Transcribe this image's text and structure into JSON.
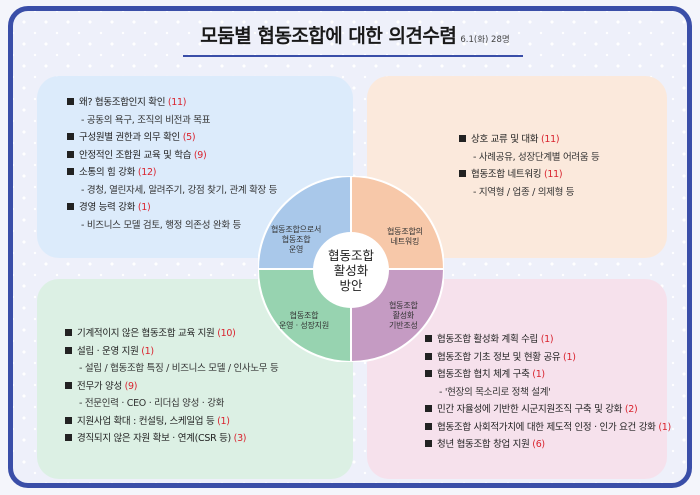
{
  "title": "모둠별 협동조합에 대한  의견수렴",
  "subtitle": "6.1(화) 28명",
  "center": {
    "line1": "협동조합",
    "line2": "활성화",
    "line3": "방안"
  },
  "quadrants": {
    "tl": [
      "협동조합으로서",
      "협동조합",
      "운영"
    ],
    "tr": [
      "협동조합의",
      "네트워킹"
    ],
    "bl": [
      "협동조합",
      "운영 · 성장지원"
    ],
    "br": [
      "협동조합",
      "활성화",
      "기반조성"
    ]
  },
  "colors": {
    "frame": "#3a4ea8",
    "tl_slice": "#a9c8ea",
    "tr_slice": "#f7c8a9",
    "bl_slice": "#97d3b0",
    "br_slice": "#c59bc3",
    "count": "#d9232e"
  },
  "panel_tl": [
    {
      "text": "왜? 협동조합인지 확인 ",
      "count": "(11)"
    },
    {
      "sub": "- 공동의 욕구, 조직의 비전과 목표"
    },
    {
      "text": "구성원별 권한과 의무 확인 ",
      "count": "(5)"
    },
    {
      "text": "안정적인 조합원 교육 및 학습 ",
      "count": "(9)"
    },
    {
      "text": "소통의 힘 강화 ",
      "count": "(12)"
    },
    {
      "sub": "- 경청, 열린자세, 알려주기, 강점 찾기, 관계 확장 등"
    },
    {
      "text": "경영 능력 강화 ",
      "count": "(1)"
    },
    {
      "sub": "- 비즈니스 모델 검토, 행정 의존성 완화 등"
    }
  ],
  "panel_tr": [
    {
      "text": "상호 교류 및 대화 ",
      "count": "(11)"
    },
    {
      "sub": "- 사례공유, 성장단계별 어려움 등"
    },
    {
      "text": "협동조합 네트워킹 ",
      "count": "(11)"
    },
    {
      "sub": "- 지역형 / 업종 / 의제형 등"
    }
  ],
  "panel_bl": [
    {
      "text": "기계적이지 않은 협동조합 교육 지원 ",
      "count": "(10)"
    },
    {
      "text": "설립 · 운영 지원 ",
      "count": "(1)"
    },
    {
      "sub": "- 설립 / 협동조합 특징 / 비즈니스 모델 / 인사노무 등"
    },
    {
      "text": "전무가 양성 ",
      "count": "(9)"
    },
    {
      "sub": "- 전문인력 · CEO · 리더십 양성 · 강화"
    },
    {
      "text": "지원사업 확대 : 컨설팅, 스케일업 등 ",
      "count": "(1)"
    },
    {
      "text": "경직되지 않은 자원 확보 · 연계(CSR 등) ",
      "count": "(3)"
    }
  ],
  "panel_br": [
    {
      "text": "협동조합 활성화 계획 수립 ",
      "count": "(1)"
    },
    {
      "text": "협동조합 기초 정보 및 현황 공유 ",
      "count": "(1)"
    },
    {
      "text": "협동조합 협치 체계 구축 ",
      "count": "(1)"
    },
    {
      "sub": "- '현장의 목소리로 정책 설계'"
    },
    {
      "text": "민간 자율성에 기반한 시군지원조직 구축 및 강화 ",
      "count": "(2)"
    },
    {
      "text": "협동조합 사회적가치에 대한 제도적 인정 · 인가 요건 강화 ",
      "count": "(1)"
    },
    {
      "text": "청년 협동조합 창업 지원 ",
      "count": "(6)"
    }
  ]
}
